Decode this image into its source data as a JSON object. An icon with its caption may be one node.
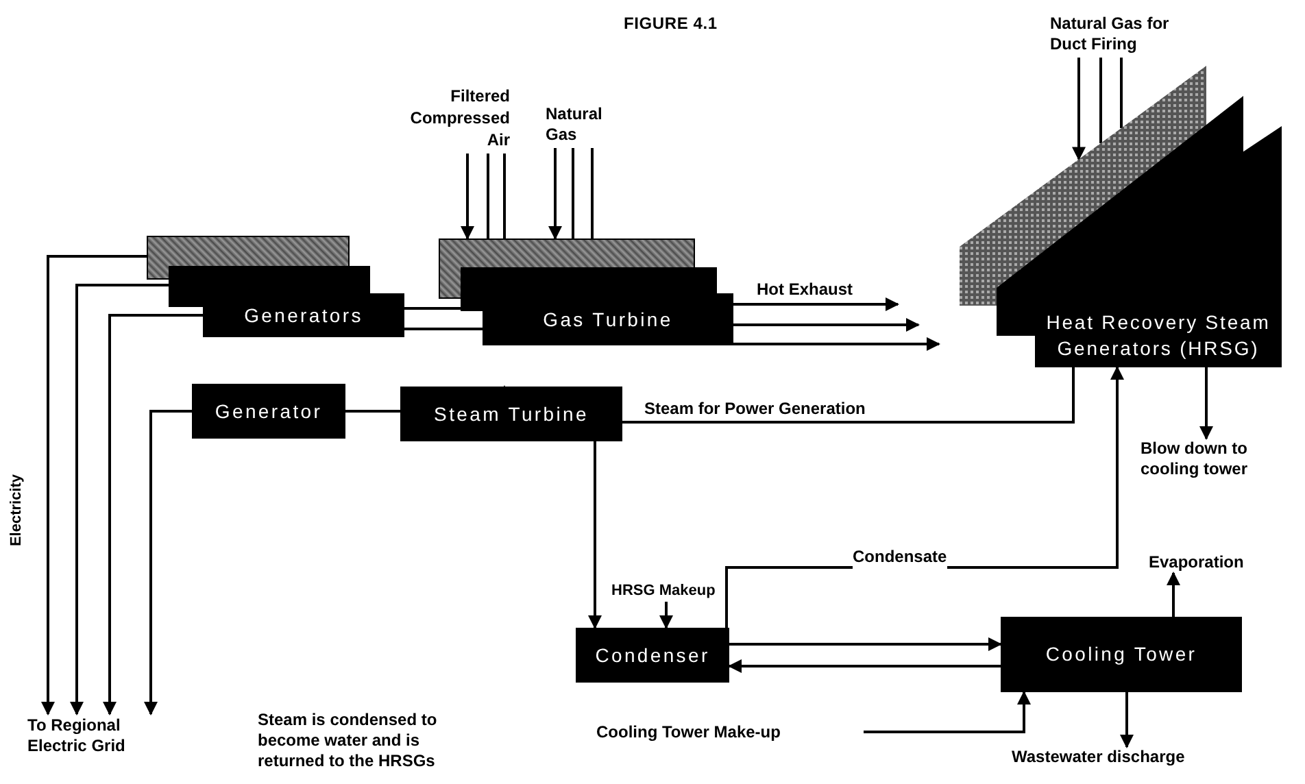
{
  "diagram": {
    "title": "FIGURE 4.1",
    "nodes": [
      {
        "text": [
          "Generators"
        ]
      },
      {
        "text": [
          "Gas Turbine"
        ]
      },
      {
        "text": [
          "Heat Recovery Steam Generators (HRSG)"
        ]
      },
      {
        "text": [
          "Generator"
        ]
      },
      {
        "text": [
          "Steam Turbine"
        ]
      },
      {
        "text": [
          "Condenser"
        ]
      },
      {
        "text": [
          "Cooling Tower"
        ]
      },
      {
        "text": [
          "To Regional Electric Grid"
        ]
      },
      {
        "text": [
          "Filtered Compressed Air"
        ]
      },
      {
        "text": [
          "Natural Gas"
        ]
      },
      {
        "text": [
          "Natural Gas for Duct Firing"
        ]
      },
      {
        "text": [
          "HRSG Makeup"
        ]
      },
      {
        "text": [
          "Cooling Tower Make-up"
        ]
      },
      {
        "text": [
          "Blow down to cooling tower"
        ]
      },
      {
        "text": [
          "Evaporation"
        ]
      },
      {
        "text": [
          "Wastewater discharge"
        ]
      }
    ],
    "edges": [
      {
        "from": 0,
        "to": 7,
        "arrow": "to"
      },
      {
        "from": 0,
        "to": 7,
        "arrow": "to"
      },
      {
        "from": 0,
        "to": 7,
        "arrow": "to"
      },
      {
        "from": 3,
        "to": 7,
        "arrow": "to"
      },
      {
        "from": 0,
        "to": 1,
        "arrow": "none"
      },
      {
        "from": 0,
        "to": 1,
        "arrow": "none"
      },
      {
        "from": 8,
        "to": 1,
        "arrow": "to"
      },
      {
        "from": 8,
        "to": 1,
        "arrow": "none"
      },
      {
        "from": 8,
        "to": 1,
        "arrow": "none"
      },
      {
        "from": 9,
        "to": 1,
        "arrow": "to"
      },
      {
        "from": 9,
        "to": 1,
        "arrow": "none"
      },
      {
        "from": 9,
        "to": 1,
        "arrow": "none"
      },
      {
        "from": 10,
        "to": 2,
        "arrow": "to"
      },
      {
        "from": 10,
        "to": 2,
        "arrow": "none"
      },
      {
        "from": 10,
        "to": 2,
        "arrow": "none"
      },
      {
        "from": 1,
        "to": null,
        "arrow": "to",
        "label": "Hot Exhaust"
      },
      {
        "from": 1,
        "to": null,
        "arrow": "to"
      },
      {
        "from": 1,
        "to": null,
        "arrow": "to"
      },
      {
        "from": 2,
        "to": 4,
        "arrow": "to",
        "label": "Steam for Power Generation"
      },
      {
        "from": 3,
        "to": 4,
        "arrow": "none"
      },
      {
        "from": 4,
        "to": 5,
        "arrow": "to"
      },
      {
        "from": 11,
        "to": 5,
        "arrow": "to"
      },
      {
        "from": 5,
        "to": 2,
        "arrow": "to",
        "label": "Condensate"
      },
      {
        "from": 5,
        "to": 6,
        "arrow": "to"
      },
      {
        "from": 6,
        "to": 5,
        "arrow": "to"
      },
      {
        "from": 12,
        "to": 6,
        "arrow": "to"
      },
      {
        "from": 6,
        "to": 14,
        "arrow": "to"
      },
      {
        "from": 6,
        "to": 15,
        "arrow": "to"
      },
      {
        "from": 2,
        "to": 13,
        "arrow": "to"
      }
    ],
    "labels": [
      "Electricity",
      "Steam is condensed to become water and is returned to the HRSGs"
    ]
  }
}
